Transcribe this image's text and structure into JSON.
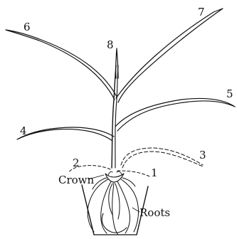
{
  "labels": {
    "leaf_1": "1",
    "leaf_2": "2",
    "leaf_3": "3",
    "leaf_4": "4",
    "leaf_5": "5",
    "leaf_6": "6",
    "leaf_7": "7",
    "leaf_8": "8",
    "crown": "Crown",
    "roots": "Roots"
  },
  "colors": {
    "ink": "#111111",
    "background": "#ffffff"
  }
}
